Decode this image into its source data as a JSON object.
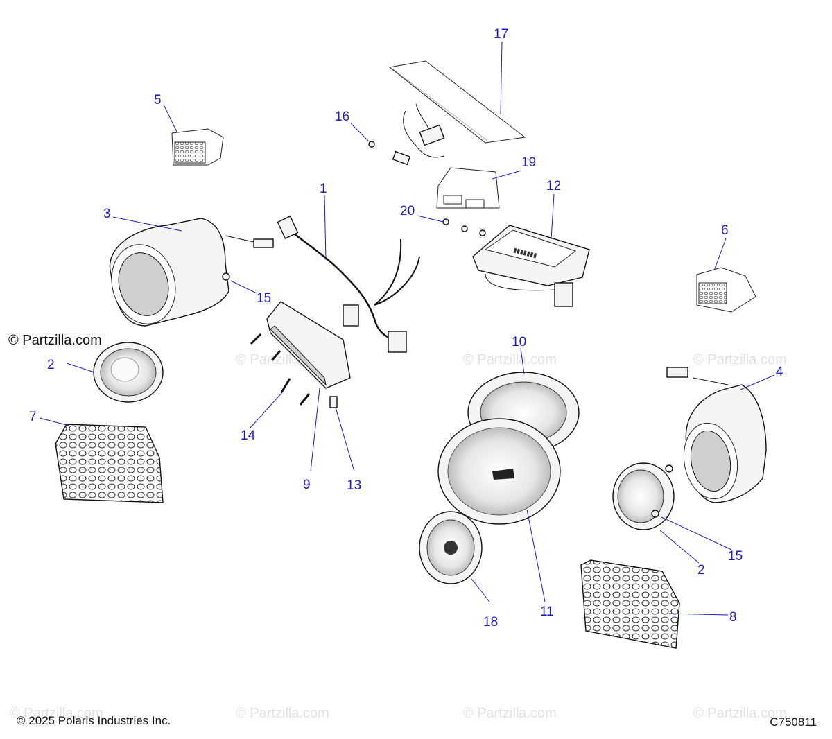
{
  "watermark_text": "© Partzilla.com",
  "copyright": "© 2025 Polaris Industries Inc.",
  "diagram_code": "C750811",
  "callouts": [
    "1",
    "2",
    "3",
    "4",
    "5",
    "6",
    "7",
    "8",
    "9",
    "10",
    "11",
    "12",
    "13",
    "14",
    "15",
    "16",
    "17",
    "18",
    "19",
    "20"
  ]
}
